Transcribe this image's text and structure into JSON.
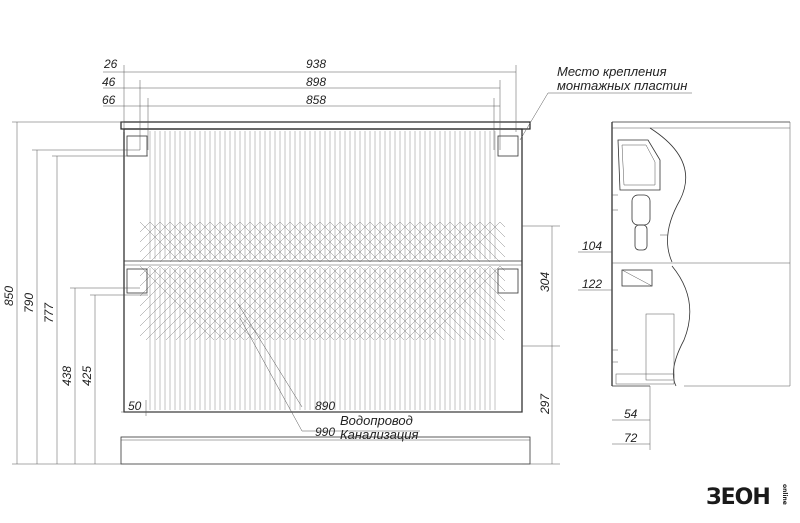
{
  "front_view": {
    "top_widths": [
      "26",
      "938",
      "46",
      "898",
      "66",
      "858"
    ],
    "bottom_widths": [
      "50",
      "890",
      "990"
    ],
    "heights_left": [
      "850",
      "790",
      "777",
      "438",
      "425"
    ],
    "heights_right": [
      "304",
      "297"
    ]
  },
  "annotations": {
    "mount_plates_line1": "Место крепления",
    "mount_plates_line2": "монтажных пластин",
    "water_pipe": "Водопровод",
    "sewage": "Канализация"
  },
  "side_view": {
    "dims": [
      "104",
      "122",
      "54",
      "72"
    ]
  },
  "logo": {
    "main": "ЗЕОН",
    "sub": "online"
  }
}
